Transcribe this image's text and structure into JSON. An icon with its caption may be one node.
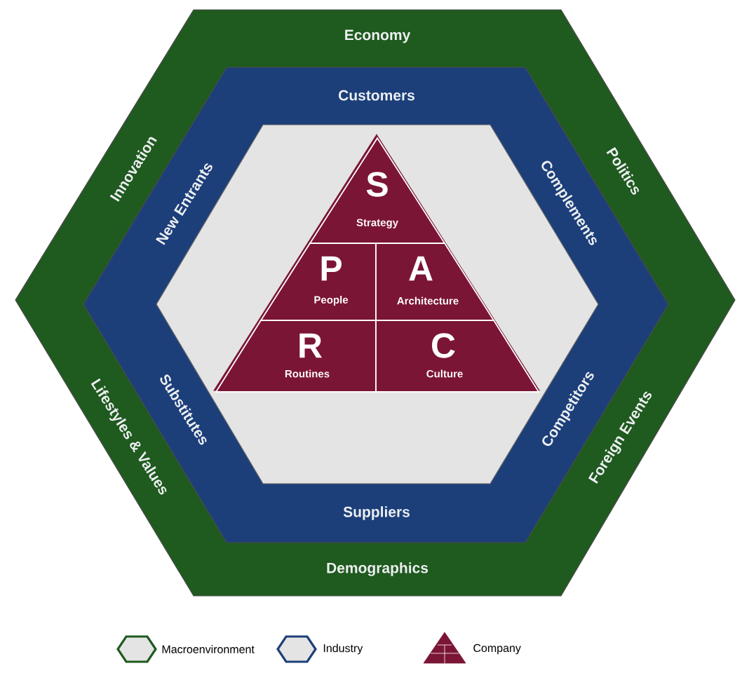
{
  "diagram": {
    "nodes": [
      {
        "text": [
          "Economy",
          "Politics",
          "Foreign Events",
          "Demographics",
          "Lifestyles & Values",
          "Innovation"
        ]
      },
      {
        "text": [
          "Customers",
          "Complements",
          "Competitors",
          "Suppliers",
          "Substitutes",
          "New Entrants"
        ],
        "in": 0
      },
      {
        "text": [
          "S",
          "Strategy"
        ],
        "in": 1
      },
      {
        "text": [
          "P",
          "People"
        ],
        "in": 1
      },
      {
        "text": [
          "A",
          "Architecture"
        ],
        "in": 1
      },
      {
        "text": [
          "R",
          "Routines"
        ],
        "in": 1
      },
      {
        "text": [
          "C",
          "Culture"
        ],
        "in": 1
      }
    ],
    "legend": [
      {
        "text": "Macroenvironment"
      },
      {
        "text": "Industry"
      },
      {
        "text": "Company"
      }
    ]
  }
}
